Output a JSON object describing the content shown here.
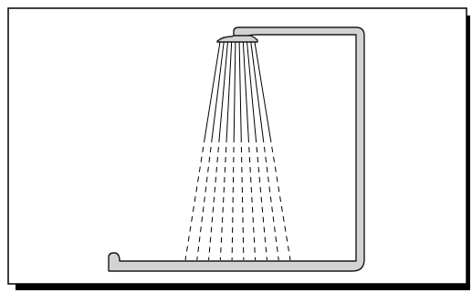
{
  "figure": {
    "subject": "shower-diagram",
    "frame": {
      "background": "#ffffff",
      "border_color": "#000000",
      "shadow_color": "#000000"
    },
    "pipe": {
      "fill": "#d3d3d3",
      "stroke": "#1a1a1a"
    },
    "water": {
      "stroke": "#000000",
      "stream_count": 10,
      "style_upper": "solid",
      "style_lower": "dashed"
    }
  }
}
